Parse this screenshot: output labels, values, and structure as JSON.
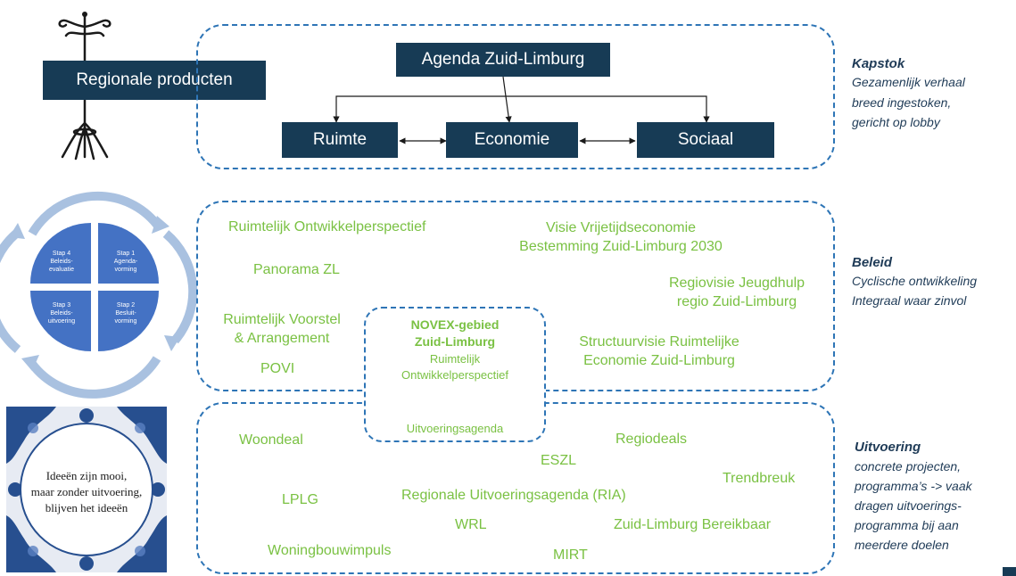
{
  "header": {
    "regional_products_label": "Regionale producten",
    "agenda_label": "Agenda Zuid-Limburg"
  },
  "pillars": [
    "Ruimte",
    "Economie",
    "Sociaal"
  ],
  "sidebar": {
    "kapstok": {
      "title": "Kapstok",
      "lines": [
        "Gezamenlijk verhaal",
        "breed ingestoken,",
        "gericht op lobby"
      ]
    },
    "beleid": {
      "title": "Beleid",
      "lines": [
        "Cyclische ontwikkeling",
        "Integraal waar zinvol"
      ]
    },
    "uitvoering": {
      "title": "Uitvoering",
      "lines": [
        "concrete projecten,",
        "programma’s -> vaak",
        "dragen uitvoerings-",
        "programma bij aan",
        "meerdere doelen"
      ]
    }
  },
  "cycle": {
    "stap4": [
      "Stap 4",
      "Beleids-",
      "evaluatie"
    ],
    "stap1": [
      "Stap 1",
      "Agenda-",
      "vorming"
    ],
    "stap3": [
      "Stap 3",
      "Beleids-",
      "uitvoering"
    ],
    "stap2": [
      "Stap 2",
      "Besluit-",
      "vorming"
    ]
  },
  "tile": {
    "lines": [
      "Ideeën zijn mooi,",
      "maar zonder uitvoering,",
      "blijven het ideeën"
    ]
  },
  "beleid_items": {
    "ruimtelijk_ontwikkelperspectief": "Ruimtelijk Ontwikkelperspectief",
    "visie_line1": "Visie Vrijetijdseconomie",
    "visie_line2": "Bestemming Zuid-Limburg 2030",
    "panorama": "Panorama ZL",
    "regiovisie_line1": "Regiovisie Jeugdhulp",
    "regiovisie_line2": "regio Zuid-Limburg",
    "voorstel_line1": "Ruimtelijk Voorstel",
    "voorstel_line2": "& Arrangement",
    "structuurvisie_line1": "Structuurvisie Ruimtelijke",
    "structuurvisie_line2": "Economie Zuid-Limburg",
    "povi": "POVI"
  },
  "novex": {
    "title_line1": "NOVEX-gebied",
    "title_line2": "Zuid-Limburg",
    "sub_line1": "Ruimtelijk",
    "sub_line2": "Ontwikkelperspectief",
    "agenda": "Uitvoeringsagenda"
  },
  "uitvoering_items": {
    "woondeal": "Woondeal",
    "regiodeals": "Regiodeals",
    "eszl": "ESZL",
    "trendbreuk": "Trendbreuk",
    "lplg": "LPLG",
    "ria": "Regionale Uitvoeringsagenda (RIA)",
    "wrl": "WRL",
    "bereikbaar": "Zuid-Limburg Bereikbaar",
    "woningbouwimpuls": "Woningbouwimpuls",
    "mirt": "MIRT"
  }
}
